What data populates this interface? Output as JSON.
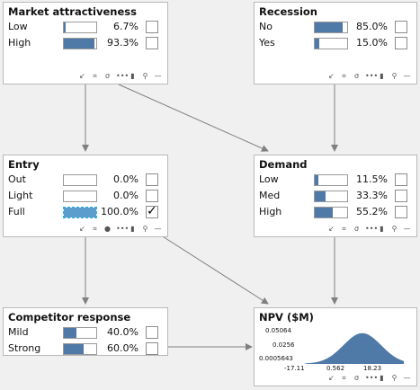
{
  "nodes": {
    "market": {
      "title": "Market attractiveness",
      "states": [
        {
          "label": "Low",
          "pct": "6.7%",
          "value": 0.067
        },
        {
          "label": "High",
          "pct": "93.3%",
          "value": 0.933
        }
      ]
    },
    "recession": {
      "title": "Recession",
      "states": [
        {
          "label": "No",
          "pct": "85.0%",
          "value": 0.85
        },
        {
          "label": "Yes",
          "pct": "15.0%",
          "value": 0.15
        }
      ]
    },
    "entry": {
      "title": "Entry",
      "states": [
        {
          "label": "Out",
          "pct": "0.0%",
          "value": 0.0
        },
        {
          "label": "Light",
          "pct": "0.0%",
          "value": 0.0
        },
        {
          "label": "Full",
          "pct": "100.0%",
          "value": 1.0,
          "checked": "✓"
        }
      ]
    },
    "demand": {
      "title": "Demand",
      "states": [
        {
          "label": "Low",
          "pct": "11.5%",
          "value": 0.115
        },
        {
          "label": "Med",
          "pct": "33.3%",
          "value": 0.333
        },
        {
          "label": "High",
          "pct": "55.2%",
          "value": 0.552
        }
      ]
    },
    "competitor": {
      "title": "Competitor response",
      "states": [
        {
          "label": "Mild",
          "pct": "40.0%",
          "value": 0.4
        },
        {
          "label": "Strong",
          "pct": "60.0%",
          "value": 0.6
        }
      ]
    },
    "npv": {
      "title": "NPV ($M)",
      "y_ticks": [
        "0.05064",
        "0.0256",
        "0.0005643"
      ],
      "x_ticks": [
        "-17.11",
        "0.562",
        "18.23"
      ]
    }
  },
  "toolbar_icons": [
    "arrow-icon",
    "grid-icon",
    "sigma-icon",
    "dots-icon",
    "bar-chart-icon",
    "search-icon",
    "minus-icon"
  ],
  "colors": {
    "bar": "#4f79a6",
    "selected_border": "#29aee0",
    "arc": "#808080"
  }
}
